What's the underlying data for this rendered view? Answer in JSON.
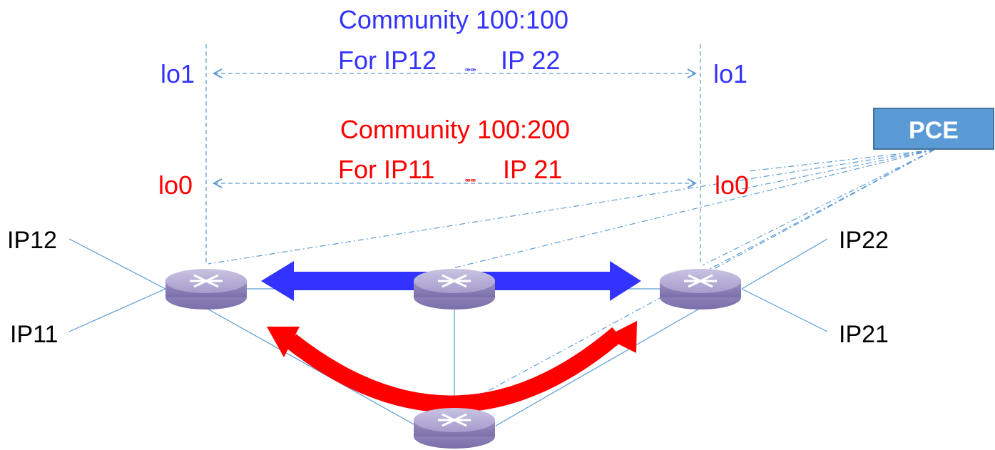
{
  "labels": {
    "blue_community": "Community 100:100",
    "blue_for_prefix": "For IP12",
    "blue_for_suffix": "IP 22",
    "red_community": "Community 100:200",
    "red_for_prefix": "For IP11",
    "red_for_suffix": "IP 21",
    "arrow_glyph": "ꟹꟹ",
    "lo1_left": "lo1",
    "lo1_right": "lo1",
    "lo0_left": "lo0",
    "lo0_right": "lo0",
    "ip12": "IP12",
    "ip11": "IP11",
    "ip22": "IP22",
    "ip21": "IP21",
    "pce": "PCE"
  },
  "colors": {
    "blue_text": "#3333ff",
    "red_text": "#ff0000",
    "blue_arrow": "#3333ff",
    "red_arrow": "#ff0000",
    "link_line": "#5b9bd5",
    "router_body": "#9a8fc2",
    "pce_box": "#5b9bd5"
  },
  "icons": {
    "router": "router-icon"
  }
}
